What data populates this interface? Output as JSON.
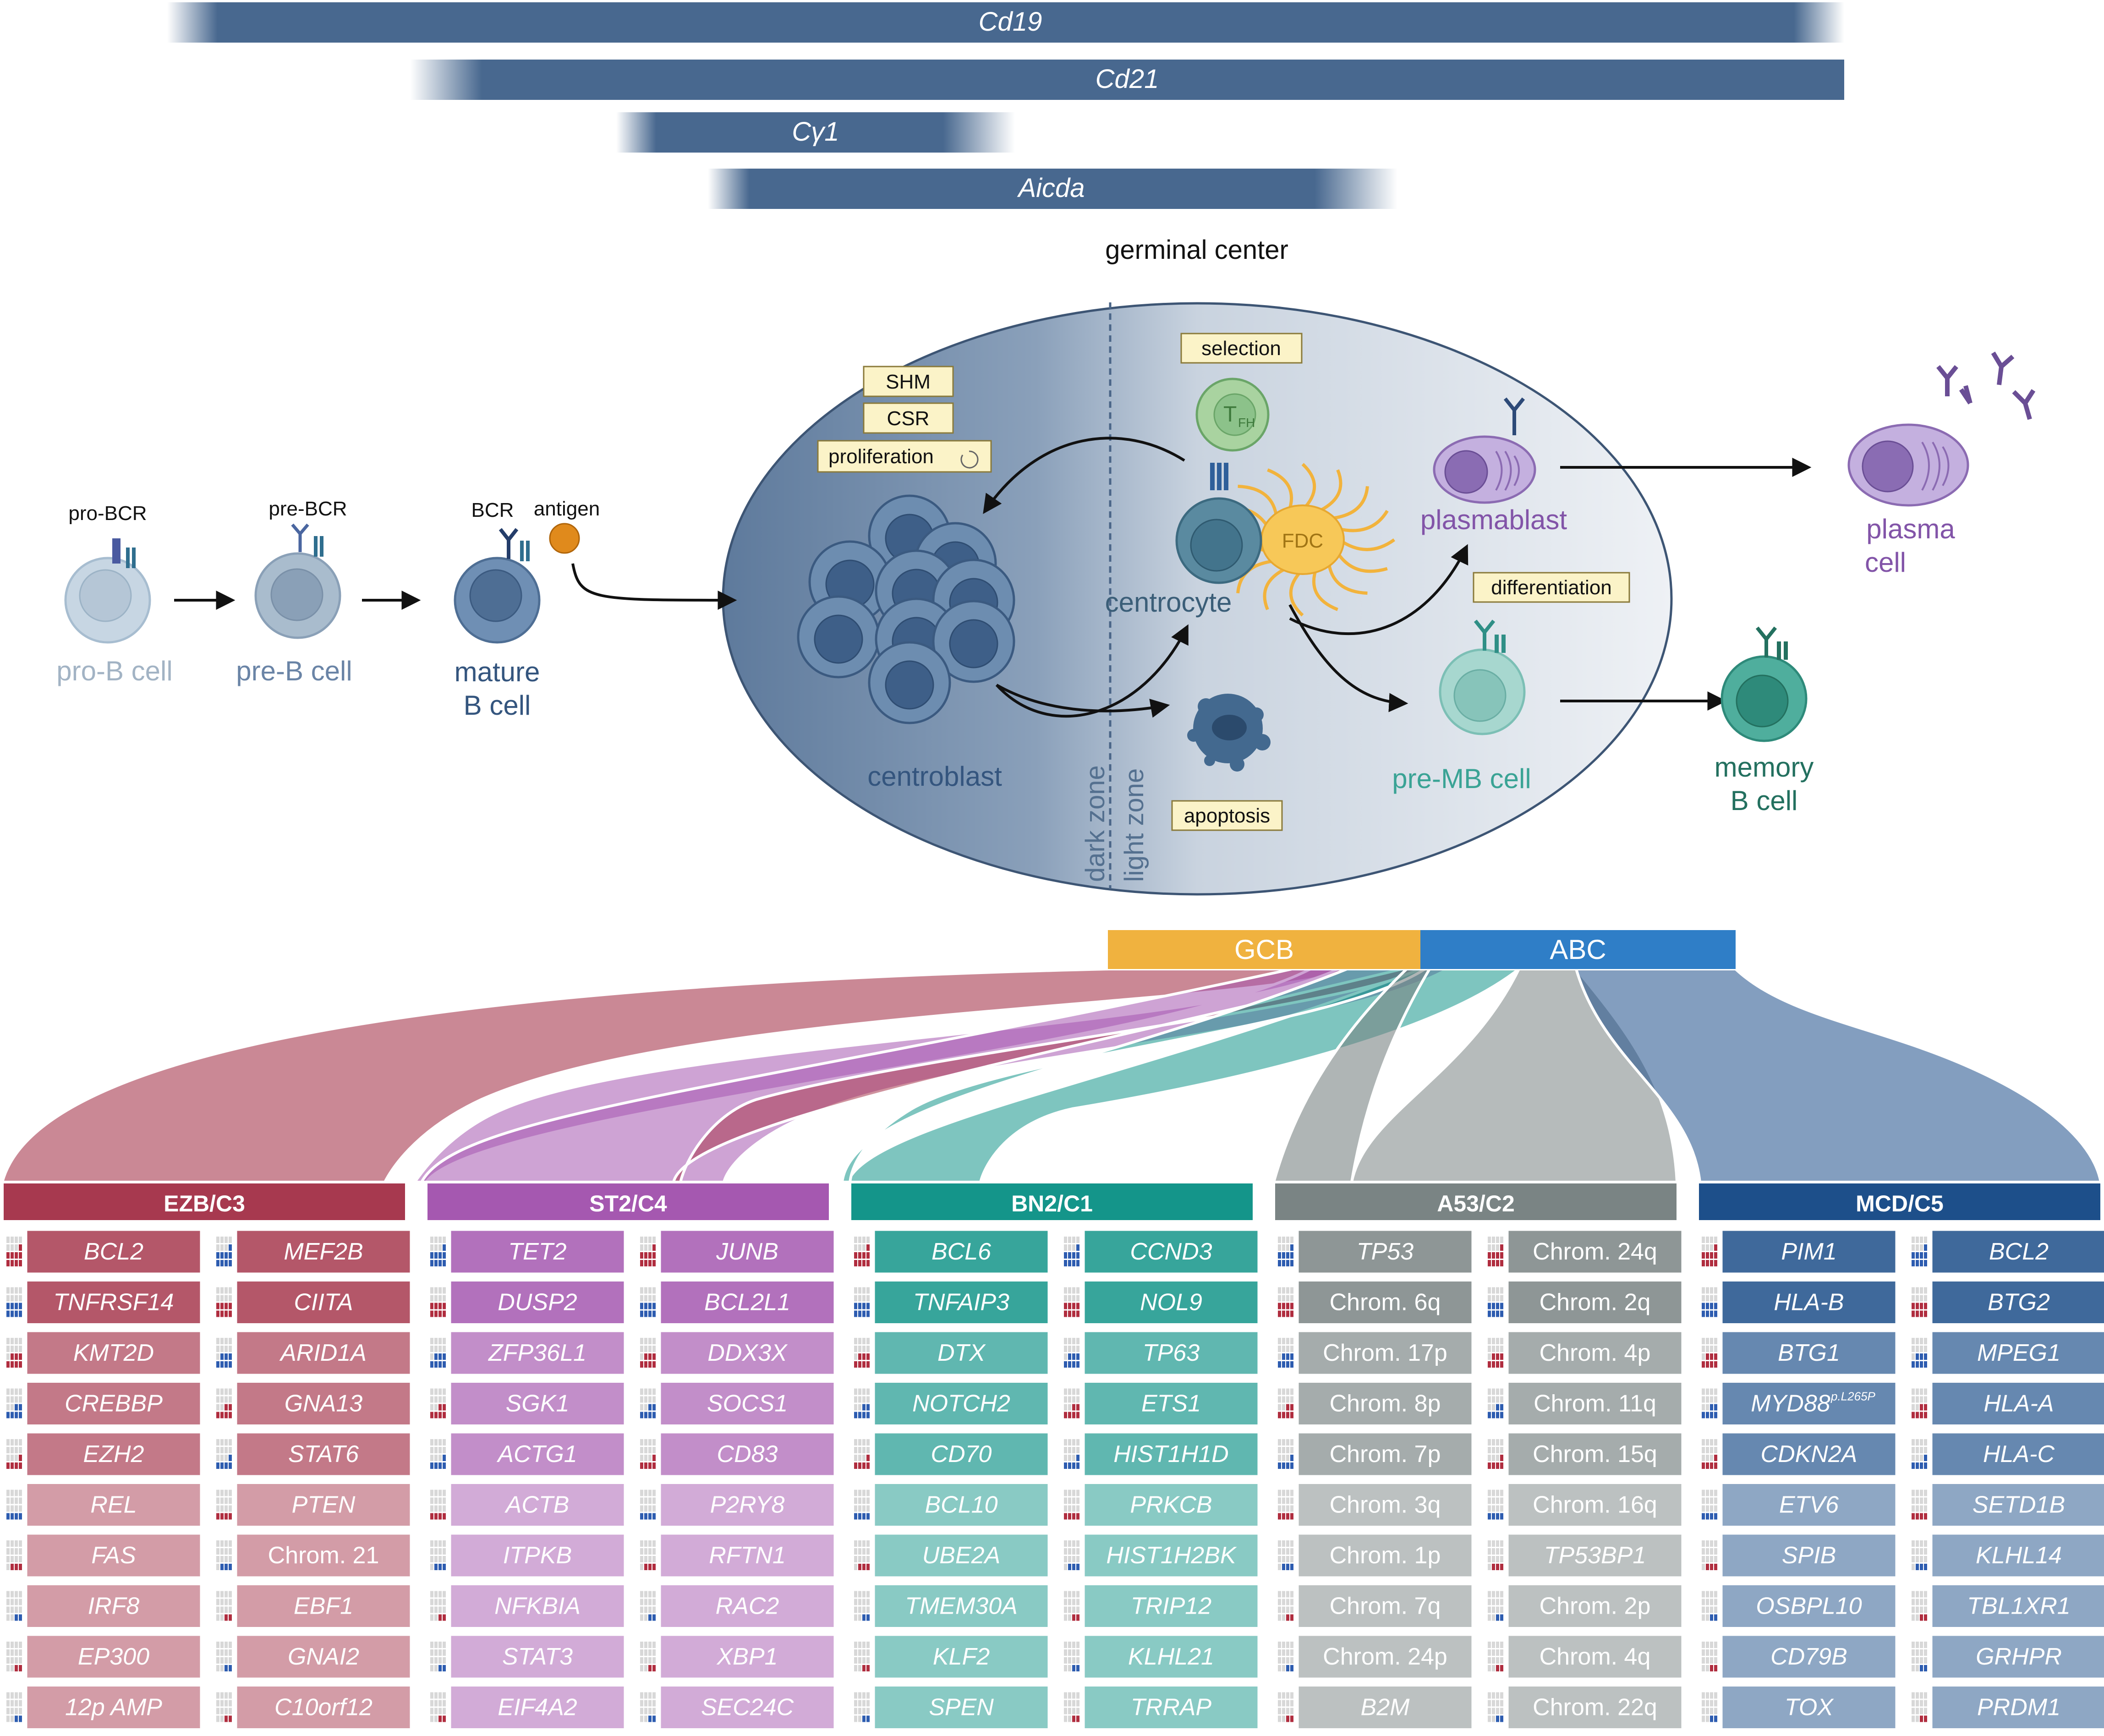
{
  "markers": [
    {
      "label": "Cd19"
    },
    {
      "label": "Cd21"
    },
    {
      "label": "Cγ1"
    },
    {
      "label": "Aicda"
    }
  ],
  "germinal_center": {
    "title": "germinal center",
    "processes": [
      "SHM",
      "CSR",
      "proliferation",
      "selection",
      "differentiation",
      "apoptosis"
    ],
    "zones": [
      "dark zone",
      "light zone"
    ]
  },
  "receptors": {
    "pro_bcr": "pro-BCR",
    "pre_bcr": "pre-BCR",
    "bcr": "BCR",
    "antigen": "antigen"
  },
  "cells": {
    "pro_b": "pro-B cell",
    "pre_b": "pre-B cell",
    "mature_b": [
      "mature",
      "B cell"
    ],
    "centroblast": "centroblast",
    "centrocyte": "centrocyte",
    "tfh": "T",
    "tfh_sub": "FH",
    "fdc": "FDC",
    "plasmablast": "plasmablast",
    "plasma": [
      "plasma",
      "cell"
    ],
    "pre_mb": "pre-MB cell",
    "memory": [
      "memory",
      "B cell"
    ]
  },
  "coo": {
    "gcb": "GCB",
    "abc": "ABC"
  },
  "clusters": [
    {
      "name": "EZB/C3",
      "color": "#a7394f",
      "genes": [
        [
          "BCL2",
          "MEF2B"
        ],
        [
          "TNFRSF14",
          "CIITA"
        ],
        [
          "KMT2D",
          "ARID1A"
        ],
        [
          "CREBBP",
          "GNA13"
        ],
        [
          "EZH2",
          "STAT6"
        ],
        [
          "REL",
          "PTEN"
        ],
        [
          "FAS",
          "Chrom. 21"
        ],
        [
          "IRF8",
          "EBF1"
        ],
        [
          "EP300",
          "GNAI2"
        ],
        [
          "12p AMP",
          "C10orf12"
        ]
      ]
    },
    {
      "name": "ST2/C4",
      "color": "#a558b0",
      "genes": [
        [
          "TET2",
          "JUNB"
        ],
        [
          "DUSP2",
          "BCL2L1"
        ],
        [
          "ZFP36L1",
          "DDX3X"
        ],
        [
          "SGK1",
          "SOCS1"
        ],
        [
          "ACTG1",
          "CD83"
        ],
        [
          "ACTB",
          "P2RY8"
        ],
        [
          "ITPKB",
          "RFTN1"
        ],
        [
          "NFKBIA",
          "RAC2"
        ],
        [
          "STAT3",
          "XBP1"
        ],
        [
          "EIF4A2",
          "SEC24C"
        ]
      ]
    },
    {
      "name": "BN2/C1",
      "color": "#14958a",
      "genes": [
        [
          "BCL6",
          "CCND3"
        ],
        [
          "TNFAIP3",
          "NOL9"
        ],
        [
          "DTX",
          "TP63"
        ],
        [
          "NOTCH2",
          "ETS1"
        ],
        [
          "CD70",
          "HIST1H1D"
        ],
        [
          "BCL10",
          "PRKCB"
        ],
        [
          "UBE2A",
          "HIST1H2BK"
        ],
        [
          "TMEM30A",
          "TRIP12"
        ],
        [
          "KLF2",
          "KLHL21"
        ],
        [
          "SPEN",
          "TRRAP"
        ]
      ]
    },
    {
      "name": "A53/C2",
      "color": "#7a8484",
      "genes": [
        [
          "TP53",
          "Chrom. 24q"
        ],
        [
          "Chrom. 6q",
          "Chrom. 2q"
        ],
        [
          "Chrom. 17p",
          "Chrom. 4p"
        ],
        [
          "Chrom. 8p",
          "Chrom. 11q"
        ],
        [
          "Chrom. 7p",
          "Chrom. 15q"
        ],
        [
          "Chrom. 3q",
          "Chrom. 16q"
        ],
        [
          "Chrom. 1p",
          "TP53BP1"
        ],
        [
          "Chrom. 7q",
          "Chrom. 2p"
        ],
        [
          "Chrom. 24p",
          "Chrom. 4q"
        ],
        [
          "B2M",
          "Chrom. 22q"
        ]
      ]
    },
    {
      "name": "MCD/C5",
      "color": "#1d4f8a",
      "genes": [
        [
          "PIM1",
          "BCL2"
        ],
        [
          "HLA-B",
          "BTG2"
        ],
        [
          "BTG1",
          "MPEG1"
        ],
        [
          "MYD88",
          "HLA-A"
        ],
        [
          "CDKN2A",
          "HLA-C"
        ],
        [
          "ETV6",
          "SETD1B"
        ],
        [
          "SPIB",
          "KLHL14"
        ],
        [
          "OSBPL10",
          "TBL1XR1"
        ],
        [
          "CD79B",
          "GRHPR"
        ],
        [
          "TOX",
          "PRDM1"
        ]
      ]
    }
  ],
  "mutation_note": "p.L265P",
  "colors": {
    "marker_bar": "#48688f",
    "gcb": "#f0b23f",
    "abc": "#2f7ec7",
    "gc_dark": "#627d9e",
    "gc_light": "#eef1f5",
    "process_box": "#fbf3c8"
  }
}
